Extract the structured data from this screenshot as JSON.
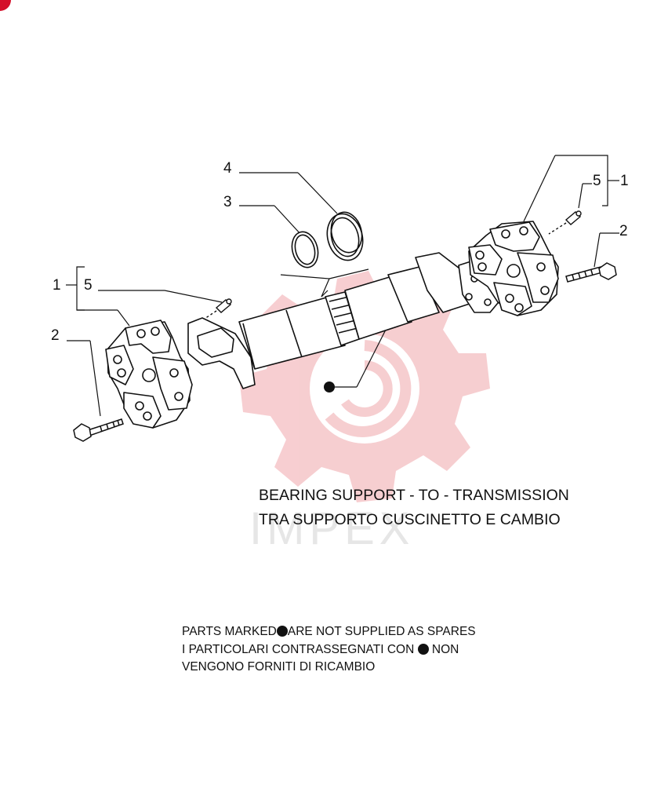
{
  "watermark": {
    "text": "IMPEX",
    "color": "#f6c9cc"
  },
  "callouts": {
    "left_1": "1",
    "left_5": "5",
    "left_2": "2",
    "top_4": "4",
    "top_3": "3",
    "right_5": "5",
    "right_1": "1",
    "right_2": "2"
  },
  "caption": {
    "line1": "BEARING SUPPORT - TO - TRANSMISSION",
    "line2": "TRA SUPPORTO CUSCINETTO E CAMBIO"
  },
  "note": {
    "line1_before": "PARTS MARKED",
    "line1_after": "ARE NOT SUPPLIED AS SPARES",
    "line2_before": "I  PARTICOLARI  CONTRASSEGNATI  CON",
    "line2_after": "NON",
    "line3": "VENGONO FORNITI DI RICAMBIO"
  },
  "colors": {
    "accent_badge": "#d4102a",
    "line": "#111111"
  }
}
